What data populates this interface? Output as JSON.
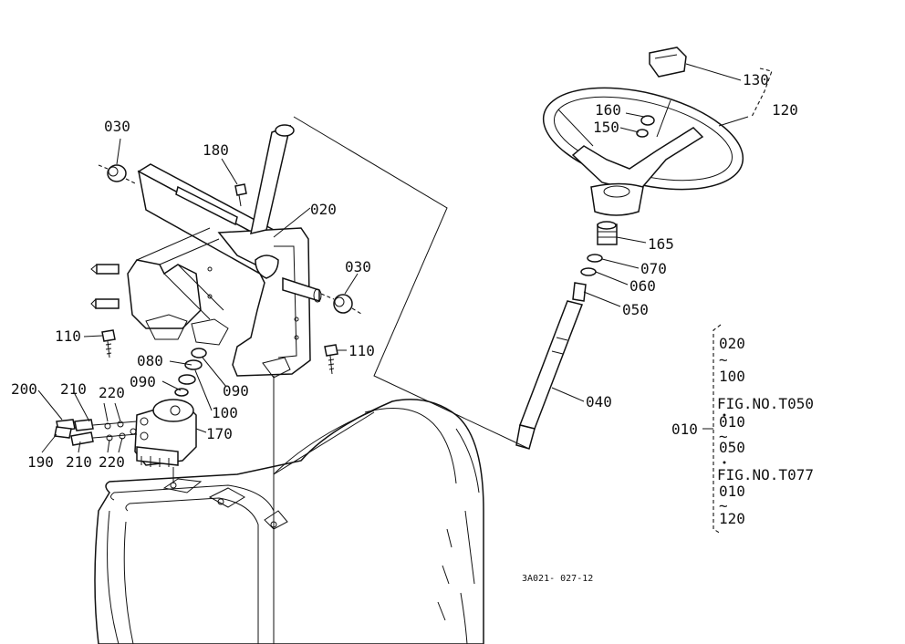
{
  "diagram": {
    "part_labels": {
      "p130": "130",
      "p120": "120",
      "p160": "160",
      "p150": "150",
      "p165": "165",
      "p070": "070",
      "p060": "060",
      "p050": "050",
      "p040": "040",
      "p030_left": "030",
      "p030_right": "030",
      "p180": "180",
      "p020": "020",
      "p110_left": "110",
      "p110_right": "110",
      "p080": "080",
      "p090_a": "090",
      "p090_b": "090",
      "p100": "100",
      "p200": "200",
      "p210_top": "210",
      "p220_top": "220",
      "p170": "170",
      "p190": "190",
      "p210_bottom": "210",
      "p220_bottom": "220"
    },
    "assembly_group": {
      "label": "010",
      "lines": [
        "020",
        "~",
        "100",
        "FIG.NO.T050",
        "010",
        "~",
        "050",
        "FIG.NO.T077",
        "010",
        "~",
        "120"
      ]
    },
    "drawing_code": "3A021- 027-12"
  }
}
